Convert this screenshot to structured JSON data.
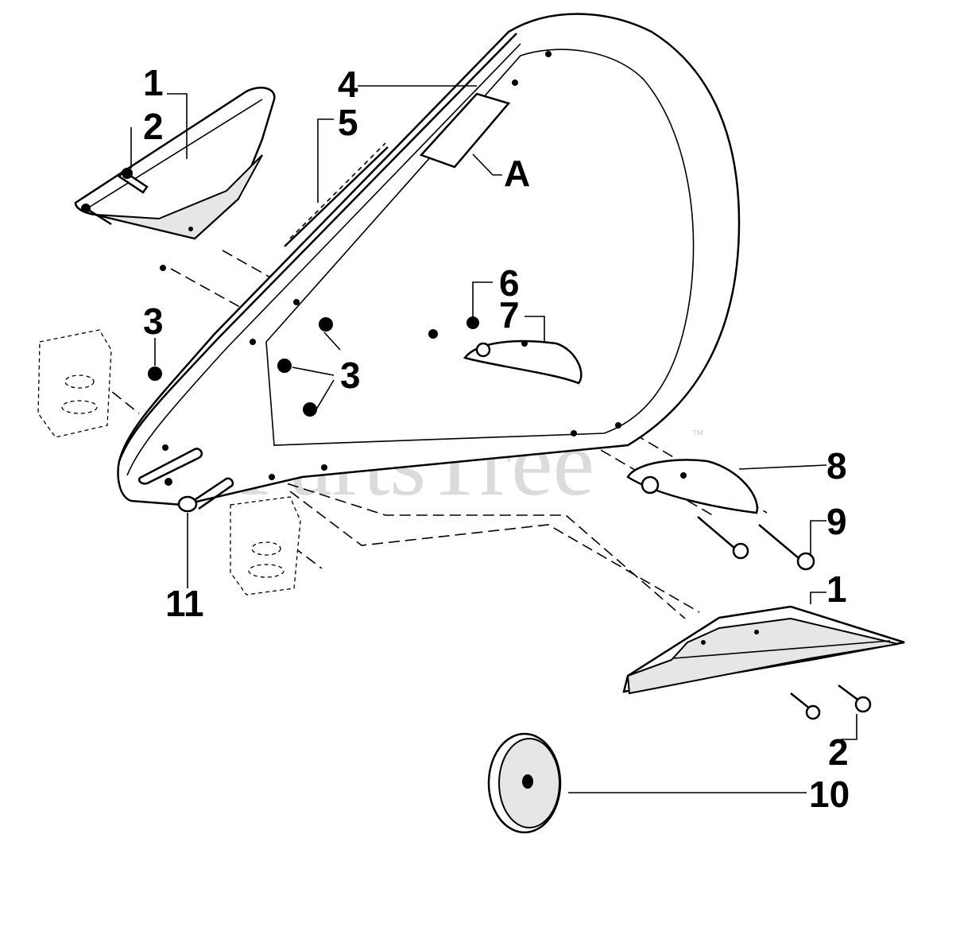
{
  "watermark": "PartsTree",
  "trademark": "™",
  "callouts": {
    "c1_top": "1",
    "c2_top": "2",
    "c3_left": "3",
    "c3_mid": "3",
    "c4": "4",
    "c5": "5",
    "cA": "A",
    "c6": "6",
    "c7": "7",
    "c8": "8",
    "c9": "9",
    "c1_bottom": "1",
    "c11": "11",
    "c2_bottom": "2",
    "c10": "10"
  }
}
